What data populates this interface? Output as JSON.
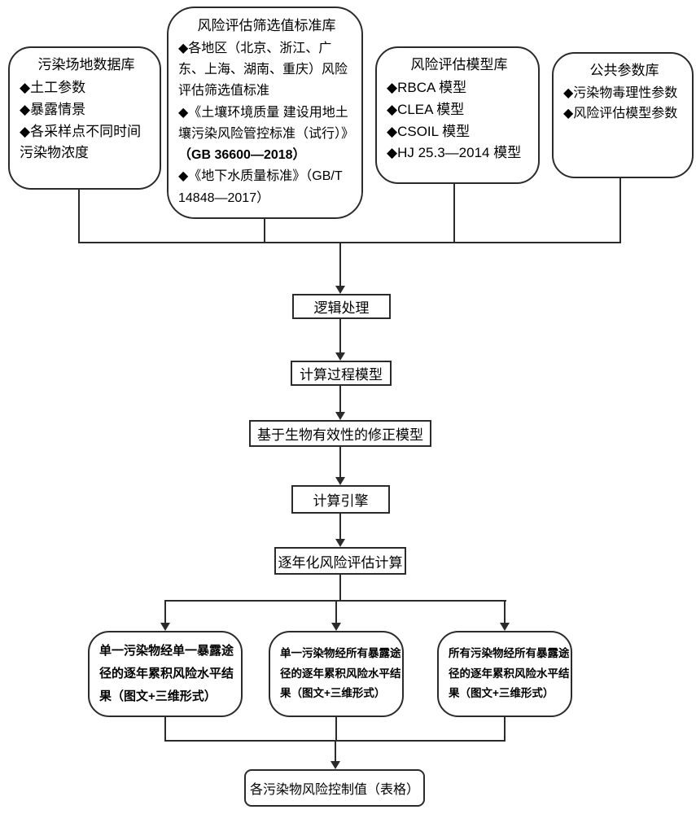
{
  "figure": {
    "colors": {
      "background": "#ffffff",
      "line": "#2b2b2b",
      "text": "#000000"
    },
    "sources": [
      {
        "title": "污染场地数据库",
        "items": [
          {
            "text": "◆土工参数"
          },
          {
            "text": "◆暴露情景"
          },
          {
            "text": "◆各采样点不同时间污染物浓度"
          }
        ]
      },
      {
        "title": "风险评估筛选值标准库",
        "items": [
          {
            "text": "◆各地区（北京、浙江、广东、上海、湖南、重庆）风险评估筛选值标准"
          },
          {
            "text": "◆《土壤环境质量 建设用地土壤污染风险管控标准（试行）》"
          },
          {
            "text": "（GB 36600—2018）",
            "bold": true
          },
          {
            "text": "◆《地下水质量标准》（GB/T 14848—2017）"
          }
        ]
      },
      {
        "title": "风险评估模型库",
        "items": [
          {
            "text": "◆RBCA 模型"
          },
          {
            "text": "◆CLEA 模型"
          },
          {
            "text": "◆CSOIL 模型"
          },
          {
            "text": "◆HJ 25.3—2014 模型"
          }
        ]
      },
      {
        "title": "公共参数库",
        "items": [
          {
            "text": "◆污染物毒理性参数"
          },
          {
            "text": "◆风险评估模型参数"
          }
        ]
      }
    ],
    "steps": [
      {
        "label": "逻辑处理"
      },
      {
        "label": "计算过程模型"
      },
      {
        "label": "基于生物有效性的修正模型"
      },
      {
        "label": "计算引擎"
      },
      {
        "label": "逐年化风险评估计算"
      }
    ],
    "outputs": [
      {
        "lines": [
          "单一污染物经单一暴露途",
          "径的逐年累积风险水平结",
          "果（图文+三维形式）"
        ]
      },
      {
        "lines": [
          "单一污染物经所有暴露途",
          "径的逐年累积风险水平结",
          "果（图文+三维形式）"
        ]
      },
      {
        "lines": [
          "所有污染物经所有暴露途",
          "径的逐年累积风险水平结",
          "果（图文+三维形式）"
        ]
      }
    ],
    "final_label": "各污染物风险控制值（表格）"
  }
}
